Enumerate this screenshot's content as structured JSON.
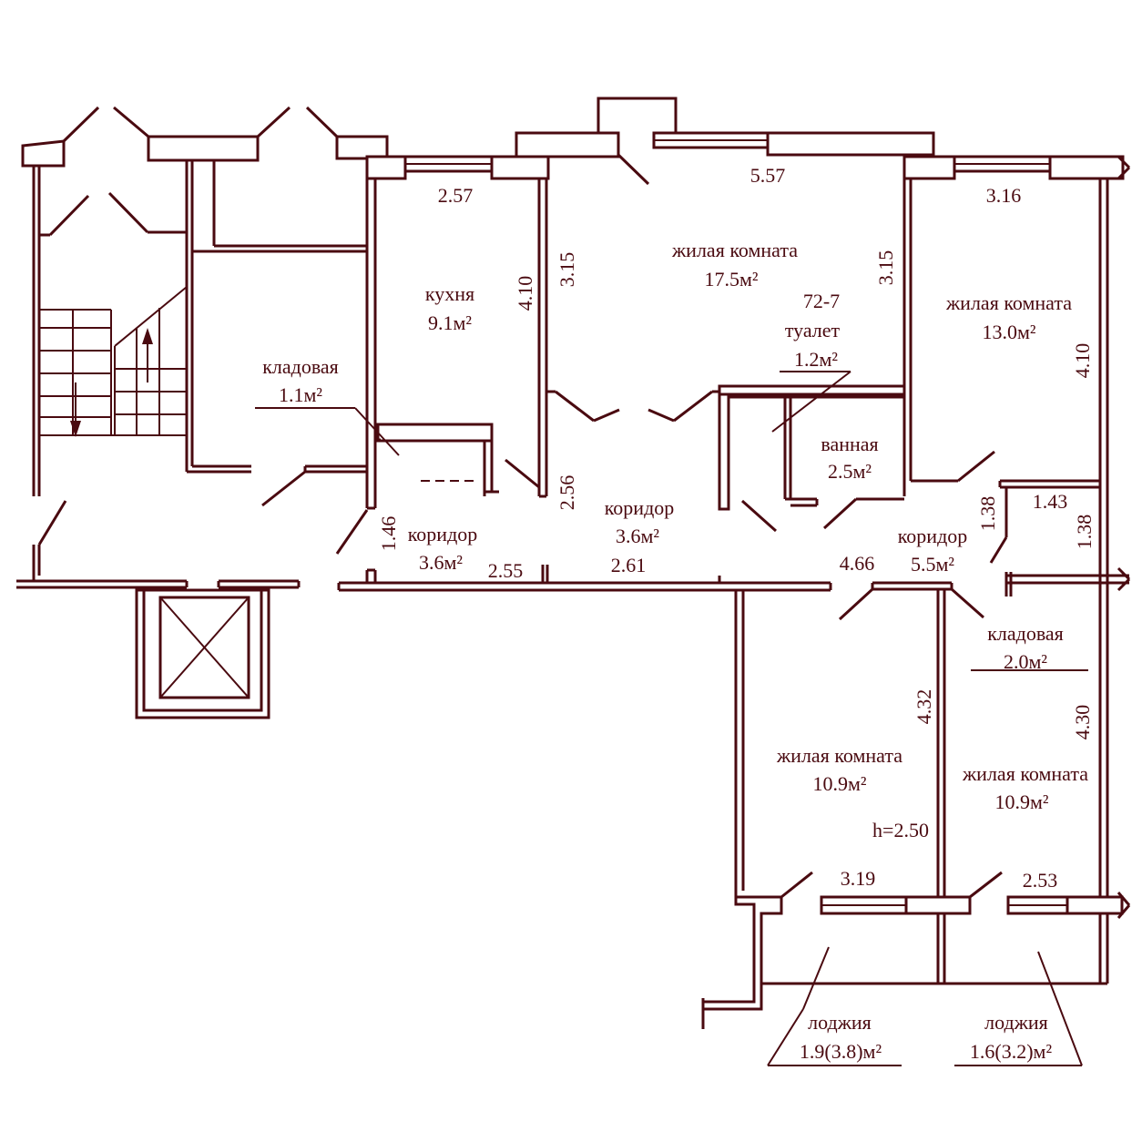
{
  "apartment_label": "72-7",
  "ceiling_height": "h=2.50",
  "rooms": {
    "kitchen": {
      "name": "кухня",
      "area": "9.1м²"
    },
    "living_big": {
      "name": "жилая комната",
      "area": "17.5м²"
    },
    "living_right": {
      "name": "жилая комната",
      "area": "13.0м²"
    },
    "toilet": {
      "name": "туалет",
      "area": "1.2м²"
    },
    "bath": {
      "name": "ванная",
      "area": "2.5м²"
    },
    "storage_left": {
      "name": "кладовая",
      "area": "1.1м²"
    },
    "corridor_center": {
      "name": "коридор",
      "area": "3.6м²"
    },
    "corridor_left": {
      "name": "коридор",
      "area": "3.6м²"
    },
    "corridor_right": {
      "name": "коридор",
      "area": "5.5м²"
    },
    "storage_right": {
      "name": "кладовая",
      "area": "2.0м²"
    },
    "living_bottom_left": {
      "name": "жилая комната",
      "area": "10.9м²"
    },
    "living_bottom_right": {
      "name": "жилая комната",
      "area": "10.9м²"
    },
    "loggia_left": {
      "name": "лоджия",
      "area": "1.9(3.8)м²"
    },
    "loggia_right": {
      "name": "лоджия",
      "area": "1.6(3.2)м²"
    }
  },
  "dimensions": {
    "d_257": "2.57",
    "d_557": "5.57",
    "d_316": "3.16",
    "d_410_k": "4.10",
    "d_315_a": "3.15",
    "d_315_b": "3.15",
    "d_410_r": "4.10",
    "d_256": "2.56",
    "d_146": "1.46",
    "d_255": "2.55",
    "d_261": "2.61",
    "d_466": "4.66",
    "d_138_a": "1.38",
    "d_143": "1.43",
    "d_138_b": "1.38",
    "d_432": "4.32",
    "d_430": "4.30",
    "d_319": "3.19",
    "d_253": "2.53"
  },
  "colors": {
    "line": "#4a0a10",
    "background": "#ffffff"
  }
}
